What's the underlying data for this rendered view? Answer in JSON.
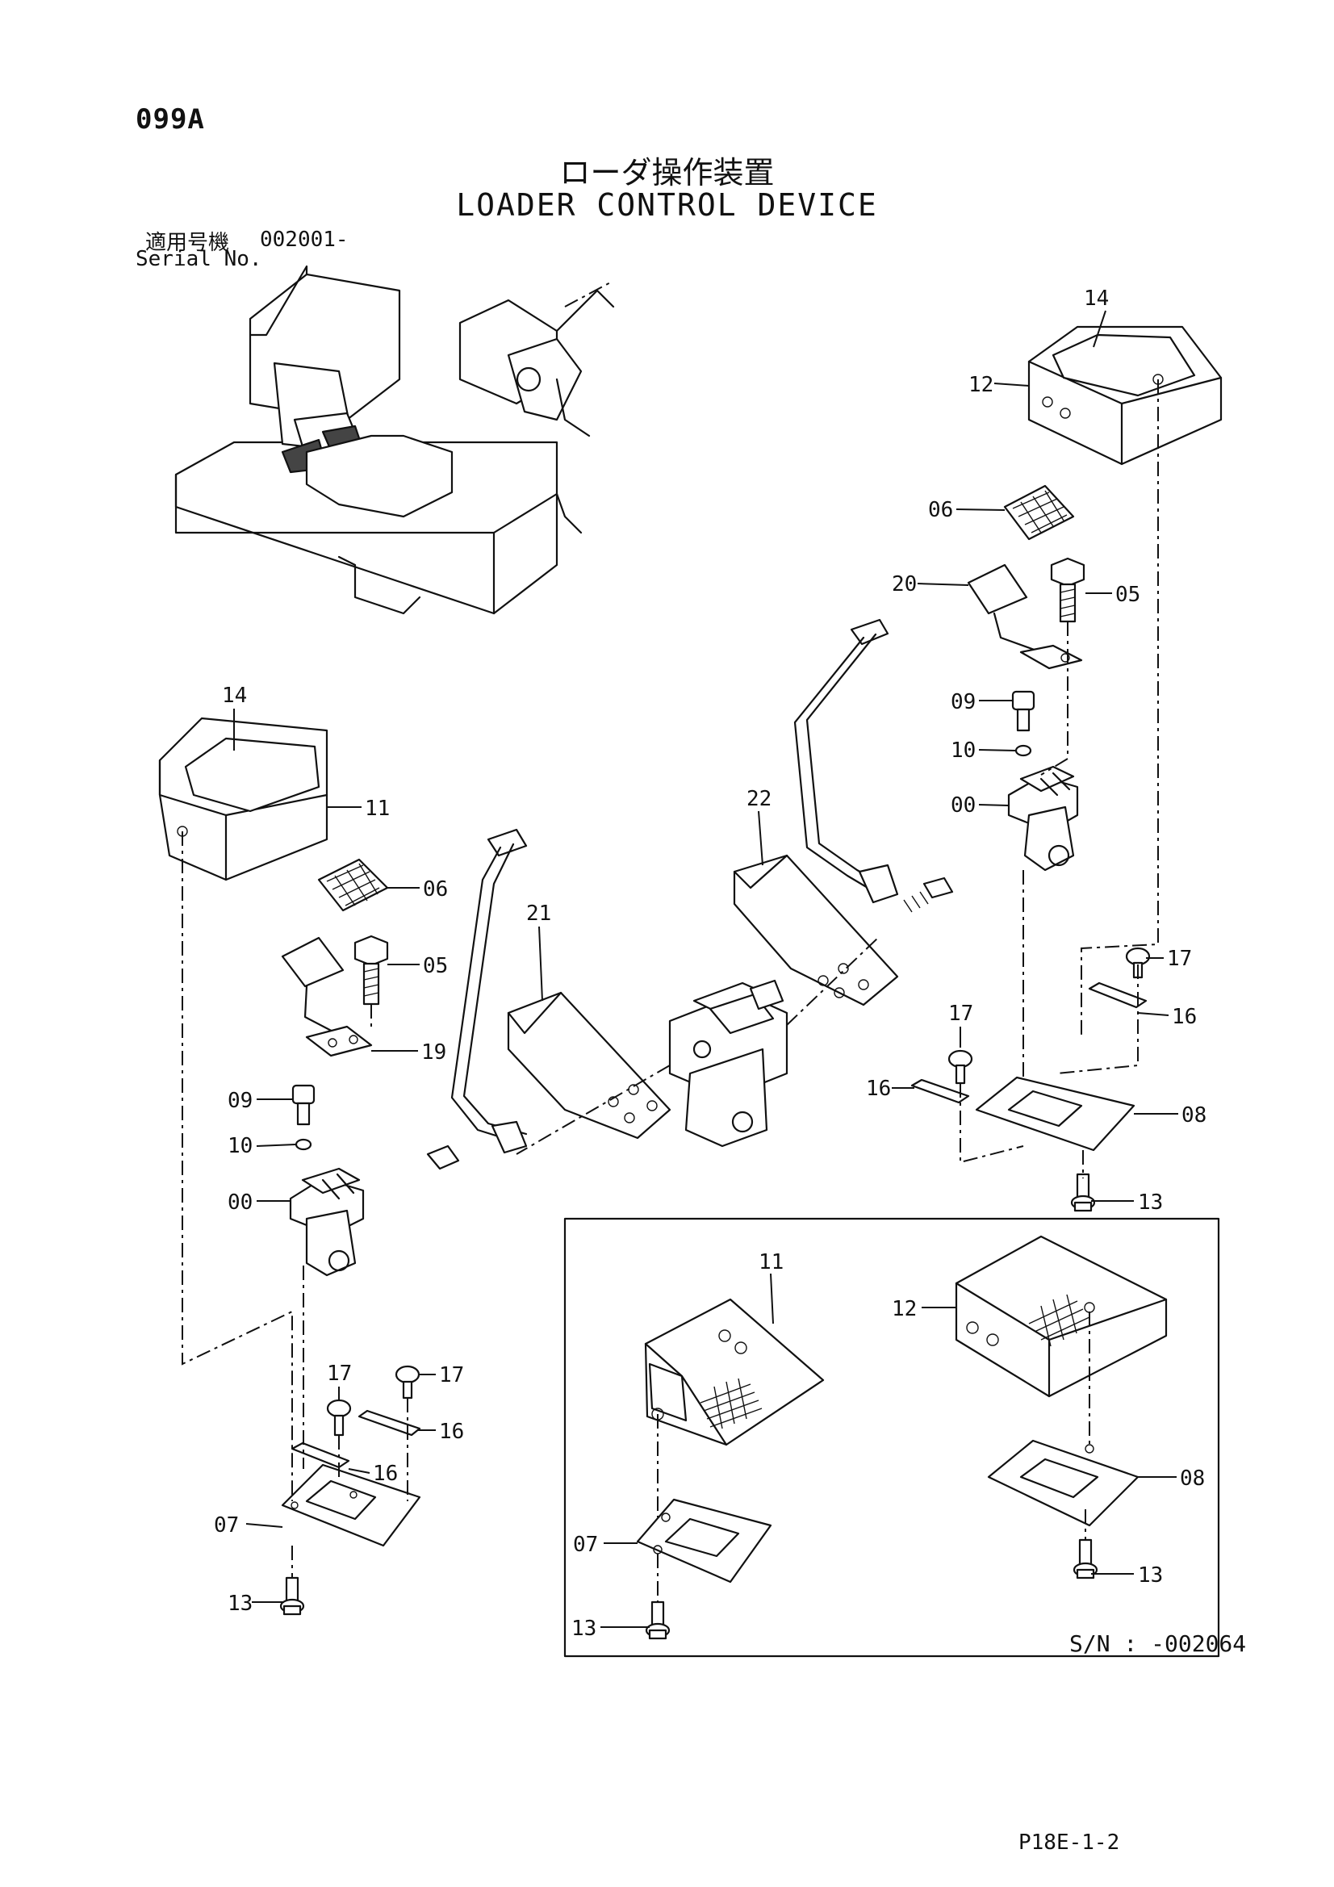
{
  "header": {
    "code": "099A",
    "title_jp": "ローダ操作装置",
    "title_en": "LOADER CONTROL DEVICE",
    "serial_label_jp": "適用号機",
    "serial_number": "002001-",
    "serial_label_en": "Serial No."
  },
  "inset": {
    "note": "S/N : -002064"
  },
  "footer": {
    "page_number": "P18E-1-2"
  },
  "callouts": [
    {
      "id": "c-14-right",
      "text": "14"
    },
    {
      "id": "c-12-right",
      "text": "12"
    },
    {
      "id": "c-06-right",
      "text": "06"
    },
    {
      "id": "c-20",
      "text": "20"
    },
    {
      "id": "c-05-right",
      "text": "05"
    },
    {
      "id": "c-09-right",
      "text": "09"
    },
    {
      "id": "c-10-right",
      "text": "10"
    },
    {
      "id": "c-00-right",
      "text": "00"
    },
    {
      "id": "c-22",
      "text": "22"
    },
    {
      "id": "c-21",
      "text": "21"
    },
    {
      "id": "c-14-left",
      "text": "14"
    },
    {
      "id": "c-11-left",
      "text": "11"
    },
    {
      "id": "c-06-left",
      "text": "06"
    },
    {
      "id": "c-05-left",
      "text": "05"
    },
    {
      "id": "c-19",
      "text": "19"
    },
    {
      "id": "c-09-left",
      "text": "09"
    },
    {
      "id": "c-10-left",
      "text": "10"
    },
    {
      "id": "c-00-left",
      "text": "00"
    },
    {
      "id": "c-17-right-a",
      "text": "17"
    },
    {
      "id": "c-16-right-a",
      "text": "16"
    },
    {
      "id": "c-17-right-b",
      "text": "17"
    },
    {
      "id": "c-16-right-b",
      "text": "16"
    },
    {
      "id": "c-08-right",
      "text": "08"
    },
    {
      "id": "c-13-right",
      "text": "13"
    },
    {
      "id": "c-17-left-a",
      "text": "17"
    },
    {
      "id": "c-17-left-b",
      "text": "17"
    },
    {
      "id": "c-16-left-a",
      "text": "16"
    },
    {
      "id": "c-16-left-b",
      "text": "16"
    },
    {
      "id": "c-07-left",
      "text": "07"
    },
    {
      "id": "c-13-left",
      "text": "13"
    },
    {
      "id": "c-11-inset",
      "text": "11"
    },
    {
      "id": "c-12-inset",
      "text": "12"
    },
    {
      "id": "c-08-inset",
      "text": "08"
    },
    {
      "id": "c-07-inset",
      "text": "07"
    },
    {
      "id": "c-13-inset-right",
      "text": "13"
    },
    {
      "id": "c-13-inset-left",
      "text": "13"
    }
  ]
}
